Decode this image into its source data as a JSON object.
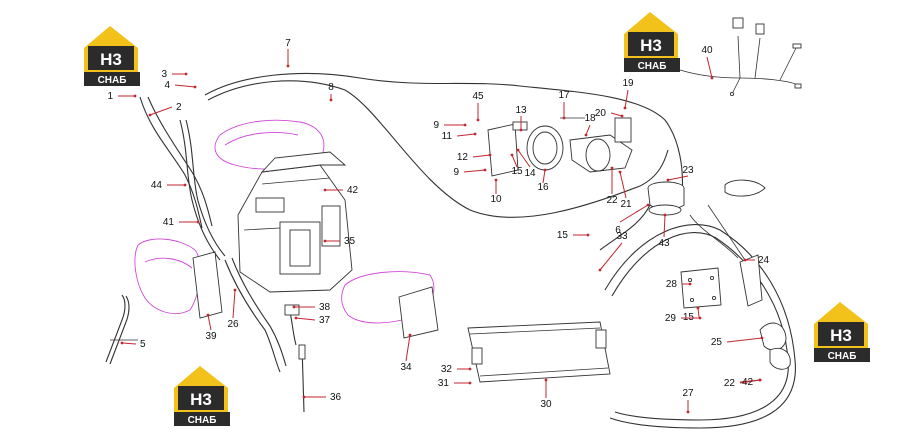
{
  "logos": [
    {
      "id": "logo-top-left",
      "main": "H3",
      "sub": "CHAБ"
    },
    {
      "id": "logo-top-right",
      "main": "H3",
      "sub": "CHAБ"
    },
    {
      "id": "logo-bottom-left",
      "main": "H3",
      "sub": "CHAБ"
    },
    {
      "id": "logo-bottom-right",
      "main": "H3",
      "sub": "CHAБ"
    }
  ],
  "colors": {
    "leader": "#c4262e",
    "duct": "#d04ad8",
    "logo_yellow": "#f2c21b",
    "logo_dark": "#2b2b2b"
  },
  "callouts": [
    "1",
    "2",
    "3",
    "4",
    "5",
    "6",
    "7",
    "8",
    "9",
    "9",
    "10",
    "11",
    "12",
    "13",
    "14",
    "15",
    "15",
    "15",
    "16",
    "17",
    "18",
    "19",
    "20",
    "21",
    "22",
    "22",
    "23",
    "24",
    "25",
    "26",
    "27",
    "28",
    "29",
    "30",
    "31",
    "32",
    "33",
    "34",
    "35",
    "36",
    "37",
    "38",
    "39",
    "40",
    "41",
    "42",
    "42",
    "43",
    "44",
    "45"
  ]
}
